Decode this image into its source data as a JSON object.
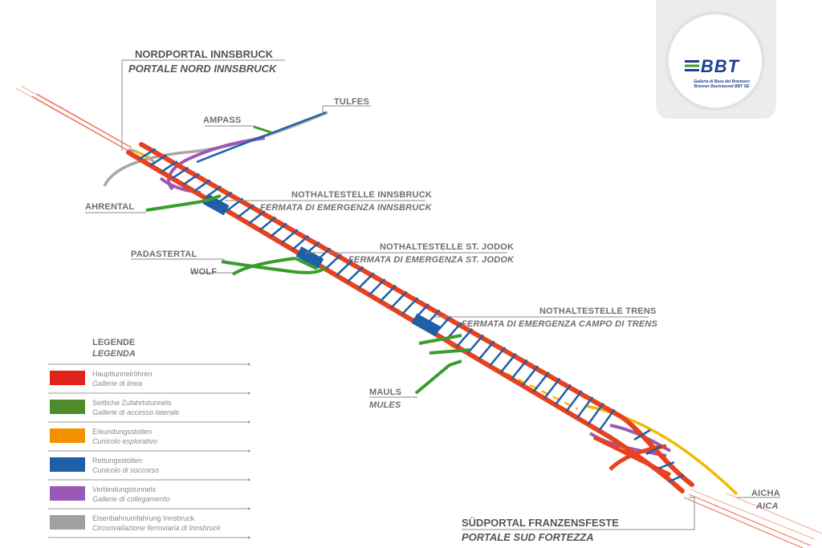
{
  "logo": {
    "word": "BBT",
    "line1": "Galleria di Base del Brennero",
    "line2": "Brenner Basistunnel BBT SE",
    "icon": "bbt-logo-icon"
  },
  "labels": {
    "nordportal_de": "NORDPORTAL INNSBRUCK",
    "nordportal_it": "PORTALE NORD INNSBRUCK",
    "tulfes": "TULFES",
    "ampass": "AMPASS",
    "ahrental": "AHRENTAL",
    "innsbruck_de": "NOTHALTESTELLE INNSBRUCK",
    "innsbruck_it": "FERMATA DI EMERGENZA INNSBRUCK",
    "padastertal": "PADASTERTAL",
    "wolf": "WOLF",
    "jodok_de": "NOTHALTESTELLE ST. JODOK",
    "jodok_it": "FERMATA DI EMERGENZA ST. JODOK",
    "trens_de": "NOTHALTESTELLE TRENS",
    "trens_it": "FERMATA DI EMERGENZA CAMPO DI TRENS",
    "mauls": "MAULS",
    "mules": "MULES",
    "aicha": "AICHA",
    "aica": "AICA",
    "suedportal_de": "SÜDPORTAL FRANZENSFESTE",
    "suedportal_it": "PORTALE SUD FORTEZZA"
  },
  "legend": {
    "title_de": "LEGENDE",
    "title_it": "LEGENDA",
    "items": [
      {
        "de": "Haupttunnelröhren",
        "it": "Gallerie di linea",
        "color": "#e2231a"
      },
      {
        "de": "Seitliche Zufahrtstunnels",
        "it": "Gallerie di accesso laterale",
        "color": "#4f8a2b"
      },
      {
        "de": "Erkundungsstollen",
        "it": "Cunicolo esplorativo",
        "color": "#f39200"
      },
      {
        "de": "Rettungsstollen",
        "it": "Cunicolo di soccorso",
        "color": "#1f5fa8"
      },
      {
        "de": "Verbindungstunnels",
        "it": "Gallerie di collegamento",
        "color": "#9b59b6"
      },
      {
        "de": "Eisenbahnumfahrung Innsbruck",
        "it": "Circonvallazione ferroviaria di Innsbruck",
        "color": "#a0a0a0"
      }
    ]
  },
  "colors": {
    "main": "#e8411e",
    "main_dark": "#c92a12",
    "access": "#3a9c2e",
    "exploratory": "#f5b800",
    "rescue": "#1f5fa8",
    "connection": "#9b59b6",
    "bypass": "#a0a0a0",
    "approach": "#e8411e"
  }
}
